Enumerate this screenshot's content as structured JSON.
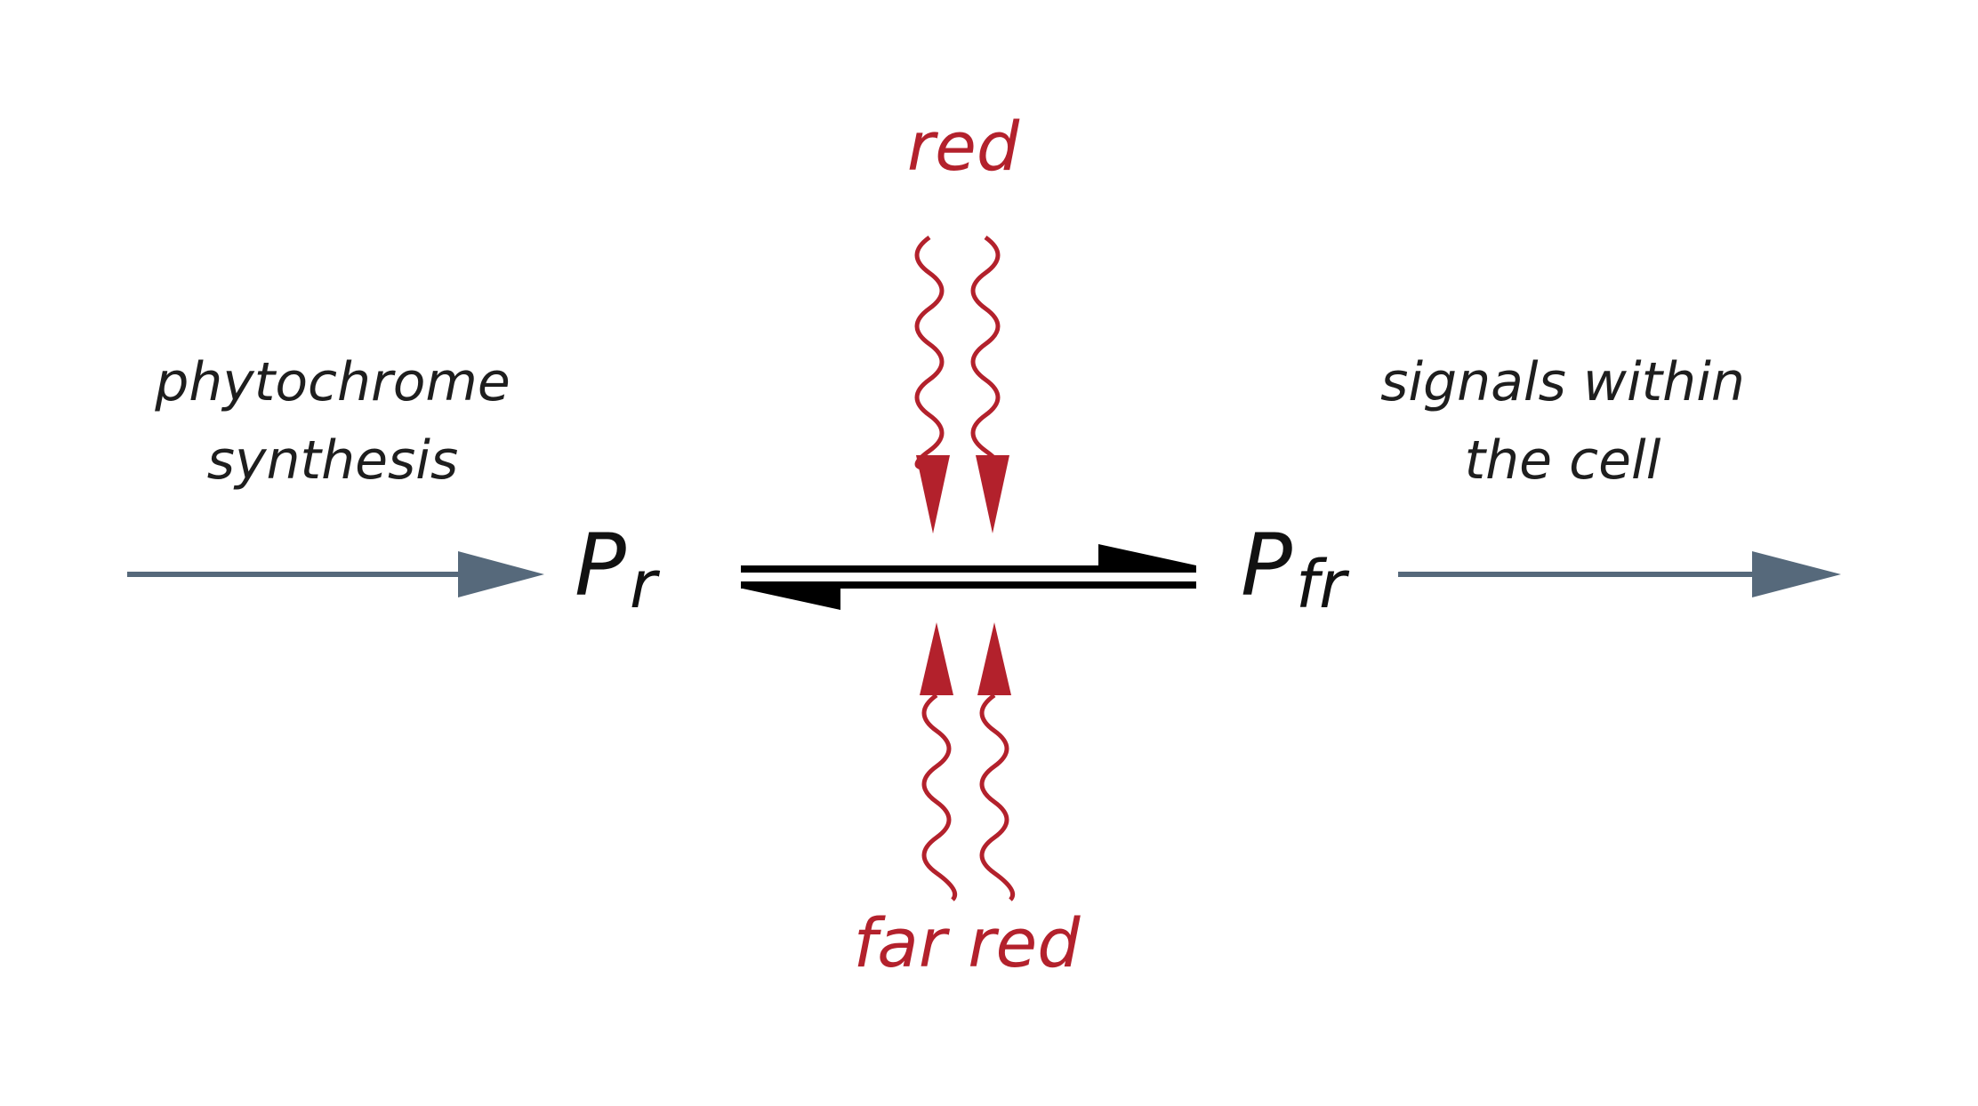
{
  "labels": {
    "phytochrome_synthesis_line1": "phytochrome",
    "phytochrome_synthesis_line2": "synthesis",
    "signals_line1": "signals within",
    "signals_line2": "the cell",
    "red": "red",
    "far_red": "far red"
  },
  "states": {
    "pr": {
      "main": "P",
      "sub": "r"
    },
    "pfr": {
      "main": "P",
      "sub": "fr"
    }
  },
  "colors": {
    "input_output_arrow": "#56697b",
    "light_arrow": "#b3212c",
    "equilibrium_arrow": "#000000"
  }
}
